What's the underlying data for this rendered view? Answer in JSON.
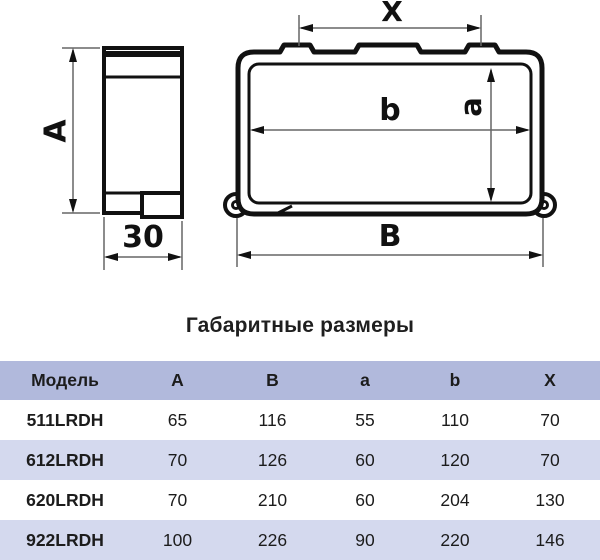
{
  "diagram": {
    "labels": {
      "side_height": "A",
      "side_depth": "30",
      "tab_span": "X",
      "inner_width": "b",
      "inner_height": "a",
      "overall_width": "B"
    }
  },
  "table": {
    "title": "Габаритные размеры",
    "columns": [
      "Модель",
      "A",
      "B",
      "a",
      "b",
      "X"
    ],
    "rows": [
      [
        "511LRDH",
        "65",
        "116",
        "55",
        "110",
        "70"
      ],
      [
        "612LRDH",
        "70",
        "126",
        "60",
        "120",
        "70"
      ],
      [
        "620LRDH",
        "70",
        "210",
        "60",
        "204",
        "130"
      ],
      [
        "922LRDH",
        "100",
        "226",
        "90",
        "220",
        "146"
      ]
    ]
  },
  "colors": {
    "header_bg": "#b1b9dc",
    "row_alt_bg": "#d4d9ee",
    "text": "#1c1c1c",
    "line": "#111111"
  }
}
